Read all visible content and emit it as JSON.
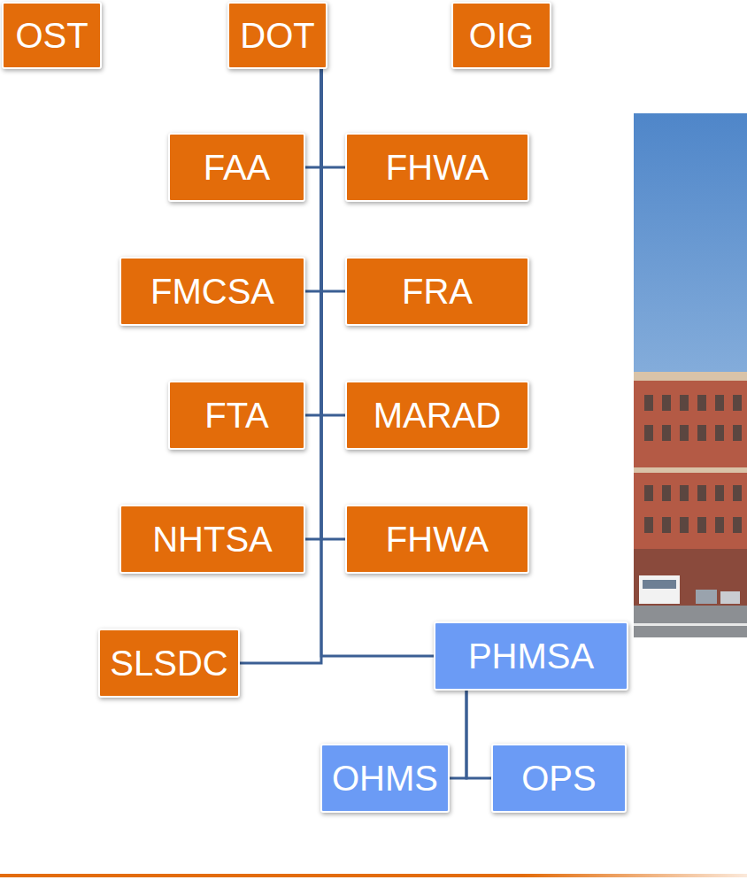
{
  "diagram": {
    "nodes": [
      {
        "text": [
          "OST"
        ]
      },
      {
        "text": [
          "DOT"
        ]
      },
      {
        "text": [
          "OIG"
        ]
      },
      {
        "text": [
          "FAA"
        ]
      },
      {
        "text": [
          "FHWA"
        ]
      },
      {
        "text": [
          "FMCSA"
        ]
      },
      {
        "text": [
          "FRA"
        ]
      },
      {
        "text": [
          "FTA"
        ]
      },
      {
        "text": [
          "MARAD"
        ]
      },
      {
        "text": [
          "NHTSA"
        ]
      },
      {
        "text": [
          "FHWA"
        ]
      },
      {
        "text": [
          "SLSDC"
        ]
      },
      {
        "text": [
          "PHMSA"
        ]
      },
      {
        "text": [
          "OHMS"
        ]
      },
      {
        "text": [
          "OPS"
        ]
      }
    ],
    "edges": [
      {
        "from": 1,
        "to": 3,
        "arrow": "none"
      },
      {
        "from": 1,
        "to": 4,
        "arrow": "none"
      },
      {
        "from": 1,
        "to": 5,
        "arrow": "none"
      },
      {
        "from": 1,
        "to": 6,
        "arrow": "none"
      },
      {
        "from": 1,
        "to": 7,
        "arrow": "none"
      },
      {
        "from": 1,
        "to": 8,
        "arrow": "none"
      },
      {
        "from": 1,
        "to": 9,
        "arrow": "none"
      },
      {
        "from": 1,
        "to": 10,
        "arrow": "none"
      },
      {
        "from": 1,
        "to": 11,
        "arrow": "none"
      },
      {
        "from": 1,
        "to": 12,
        "arrow": "none"
      },
      {
        "from": 12,
        "to": 13,
        "arrow": "none"
      },
      {
        "from": 12,
        "to": 14,
        "arrow": "none"
      }
    ]
  }
}
